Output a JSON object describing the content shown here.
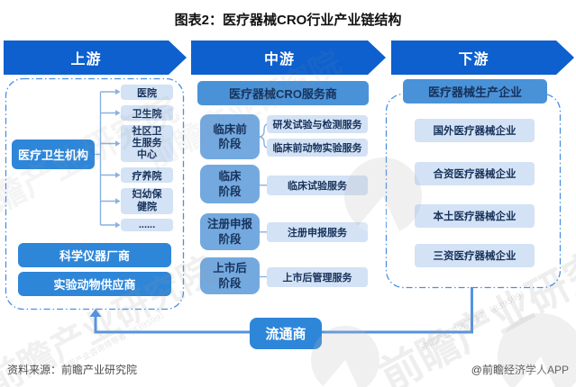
{
  "title": "图表2：医疗器械CRO行业产业链结构",
  "flow_arrows": {
    "upstream": "上游",
    "midstream": "中游",
    "downstream": "下游"
  },
  "upstream": {
    "institution": "医疗卫生机构",
    "institution_types": [
      "医院",
      "卫生院",
      "社区卫生服务中心",
      "疗养院",
      "妇幼保健院",
      "......"
    ],
    "suppliers": [
      "科学仪器厂商",
      "实验动物供应商"
    ]
  },
  "midstream": {
    "header": "医疗器械CRO服务商",
    "phases": [
      {
        "label": "临床前阶段",
        "lines": [
          "临床前",
          "阶段"
        ],
        "services": [
          "研发试验与检测服务",
          "临床前动物实验服务"
        ]
      },
      {
        "label": "临床阶段",
        "lines": [
          "临床",
          "阶段"
        ],
        "services": [
          "临床试验服务"
        ]
      },
      {
        "label": "注册申报阶段",
        "lines": [
          "注册申报",
          "阶段"
        ],
        "services": [
          "注册申报服务"
        ]
      },
      {
        "label": "上市后阶段",
        "lines": [
          "上市后",
          "阶段"
        ],
        "services": [
          "上市后管理服务"
        ]
      }
    ]
  },
  "downstream": {
    "header": "医疗器械生产企业",
    "companies": [
      "国外医疗器械企业",
      "合资医疗器械企业",
      "本土医疗器械企业",
      "三资医疗器械企业"
    ]
  },
  "distributor": "流通商",
  "footer": {
    "source": "资料来源：前瞻产业研究院",
    "credit": "@前瞻经济学人APP"
  },
  "watermark": {
    "text": "前瞻产业研究院",
    "subtext": "中国产业咨询领导者（839599）"
  },
  "colors": {
    "arrow": "#0d60ce",
    "solid_box": "#2e86d9",
    "header_box": "#4a92d8",
    "stage_box": "#74a9df",
    "light_box": "#d3e2f5",
    "dark_text": "#17325a",
    "line": "#8ab1e2",
    "flow_line": "#5393e0",
    "dash_border": "#4a90e2"
  }
}
